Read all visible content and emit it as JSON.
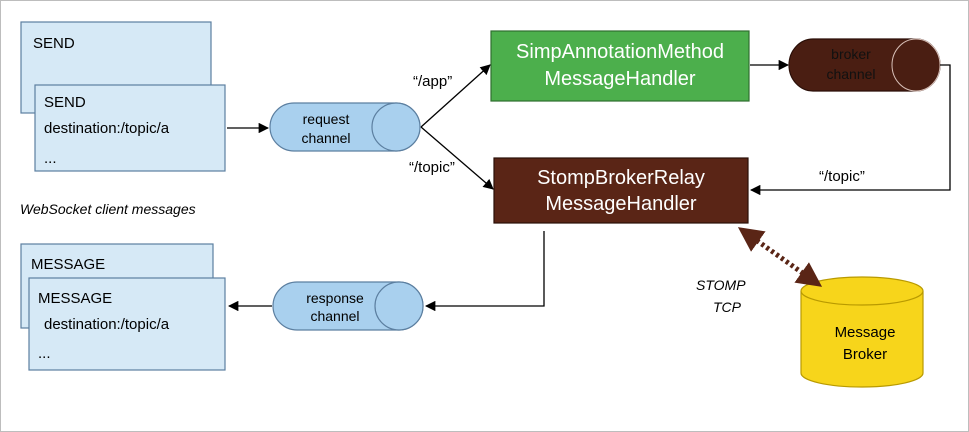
{
  "client_messages": {
    "send_back": {
      "line1": "SEND"
    },
    "send_front": {
      "line1": "SEND",
      "line2": "destination:/topic/a",
      "line3": "..."
    },
    "caption": "WebSocket client messages",
    "message_back": {
      "line1": "MESSAGE"
    },
    "message_front": {
      "line1": "MESSAGE",
      "line2": "destination:/topic/a",
      "line3": "..."
    }
  },
  "channels": {
    "request": {
      "line1": "request",
      "line2": "channel"
    },
    "response": {
      "line1": "response",
      "line2": "channel"
    },
    "broker": {
      "line1": "broker",
      "line2": "channel"
    }
  },
  "handlers": {
    "simp": {
      "line1": "SimpAnnotationMethod",
      "line2": "MessageHandler"
    },
    "relay": {
      "line1": "StompBrokerRelay",
      "line2": "MessageHandler"
    }
  },
  "labels": {
    "app": "“/app”",
    "topic_left": "“/topic”",
    "topic_right": "“/topic”",
    "stomp": "STOMP",
    "tcp": "TCP"
  },
  "broker": {
    "line1": "Message",
    "line2": "Broker"
  },
  "colors": {
    "message_box": "#d6e9f6",
    "channel": "#a9d0ee",
    "simp_handler": "#4caf4c",
    "relay_handler": "#5a2516",
    "broker_channel": "#4a1e12",
    "broker_db": "#f7d51b"
  }
}
